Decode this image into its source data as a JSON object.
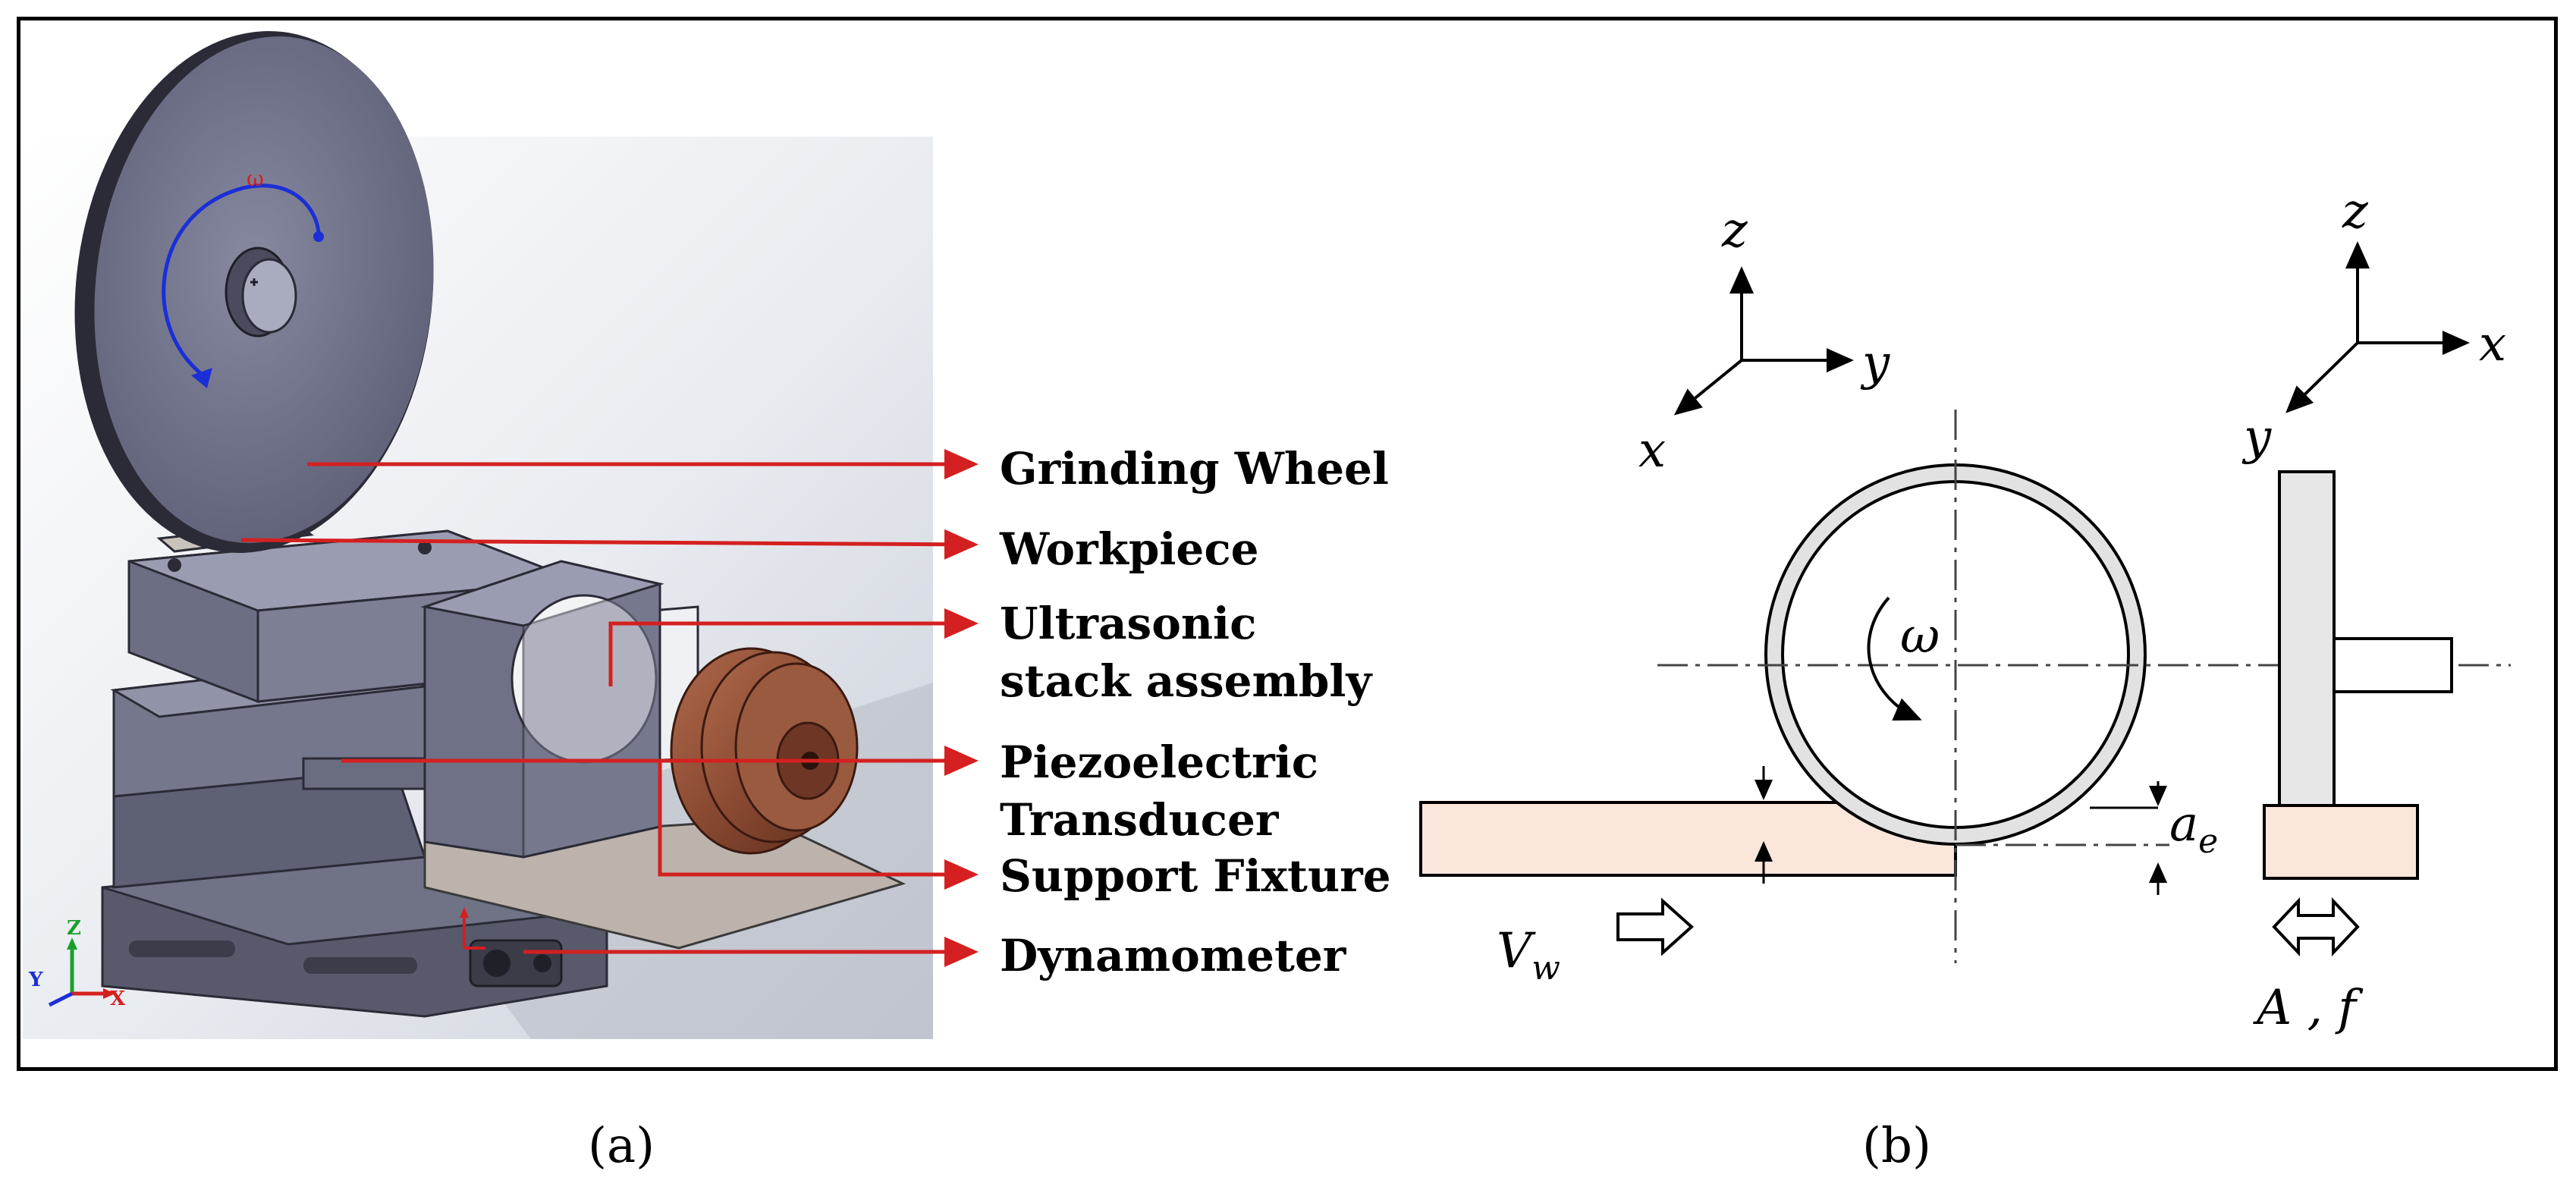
{
  "panel_a": {
    "caption": "(a)",
    "omega_label": "ω",
    "triad": {
      "z": "Z",
      "y": "Y",
      "x": "X"
    },
    "callouts": {
      "grinding_wheel": "Grinding Wheel",
      "workpiece": "Workpiece",
      "ultrasonic_line1": "Ultrasonic",
      "ultrasonic_line2": "stack assembly",
      "piezo_line1": "Piezoelectric",
      "piezo_line2": "Transducer",
      "support_fixture": "Support Fixture",
      "dynamometer": "Dynamometer"
    },
    "colors": {
      "callout_arrow": "#d42020",
      "wheel": "#6e7088",
      "base": "#5a5c6e",
      "transducer": "#8a4a32"
    }
  },
  "panel_b": {
    "caption": "(b)",
    "left_axes": {
      "z": "z",
      "y": "y",
      "x": "x"
    },
    "right_axes": {
      "z": "z",
      "x": "x",
      "y": "y"
    },
    "omega": "ω",
    "depth_label": "a",
    "depth_sub": "e",
    "speed_label": "V",
    "speed_sub": "w",
    "vibration_label": "A , f",
    "colors": {
      "workpiece_fill": "#fae6da",
      "wheel_ring": "#e2e2e2",
      "side_wheel": "#e6e6e6"
    }
  }
}
